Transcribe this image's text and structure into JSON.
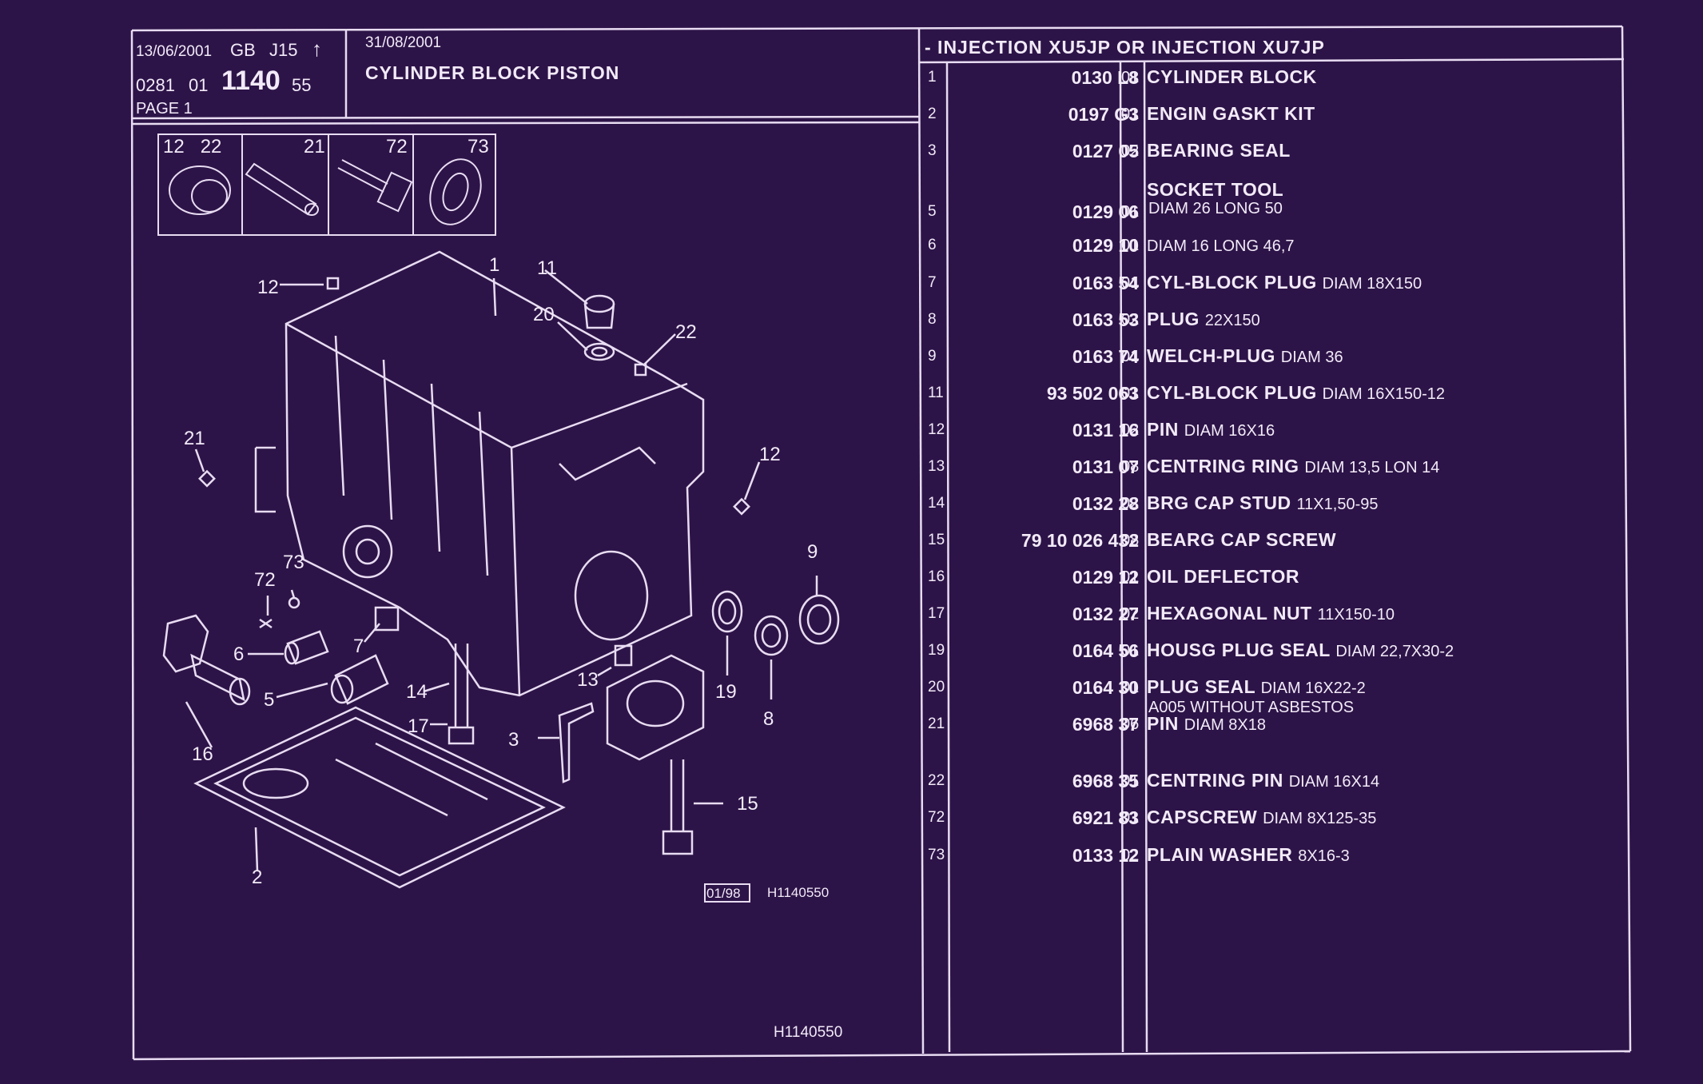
{
  "header": {
    "date_print": "13/06/2001",
    "lang": "GB",
    "code": "J15",
    "arrow": "↑",
    "ref_prefix": "0281",
    "ref_part": "01",
    "ref_main": "1140",
    "ref_suffix": "55",
    "page": "PAGE 1",
    "date_update": "31/08/2001",
    "title": "CYLINDER BLOCK PISTON"
  },
  "legend_boxes": [
    {
      "labels": "12   22"
    },
    {
      "labels": "21"
    },
    {
      "labels": "72"
    },
    {
      "labels": "73"
    }
  ],
  "drawing": {
    "callouts": [
      "1",
      "2",
      "3",
      "5",
      "6",
      "7",
      "8",
      "9",
      "11",
      "12",
      "12",
      "12",
      "13",
      "14",
      "15",
      "16",
      "17",
      "19",
      "20",
      "21",
      "22",
      "72",
      "73"
    ],
    "stamp_date": "01/98",
    "stamp_ref": "H1140550",
    "footer_ref": "H1140550"
  },
  "parts_list": {
    "heading": "- INJECTION XU5JP OR  INJECTION XU7JP",
    "rows": [
      {
        "num": "1",
        "ref": "0130 L8",
        "qty": "01",
        "name": "CYLINDER BLOCK",
        "desc": ""
      },
      {
        "num": "2",
        "ref": "0197 G3",
        "qty": "01",
        "name": "ENGIN GASKT KIT",
        "desc": ""
      },
      {
        "num": "3",
        "ref": "0127 05",
        "qty": "02",
        "name": "BEARING SEAL",
        "desc": ""
      },
      {
        "num": "5",
        "ref": "0129 06",
        "qty": "01",
        "name": "SOCKET TOOL",
        "desc": "",
        "sub": "DIAM 26 LONG 50"
      },
      {
        "num": "6",
        "ref": "0129 10",
        "qty": "01",
        "name": "",
        "desc": "DIAM 16 LONG 46,7"
      },
      {
        "num": "7",
        "ref": "0163 54",
        "qty": "01",
        "name": "CYL-BLOCK PLUG",
        "desc": "DIAM 18X150"
      },
      {
        "num": "8",
        "ref": "0163 53",
        "qty": "02",
        "name": "PLUG",
        "desc": "22X150"
      },
      {
        "num": "9",
        "ref": "0163 74",
        "qty": "01",
        "name": "WELCH-PLUG",
        "desc": "DIAM 36"
      },
      {
        "num": "11",
        "ref": "93 502 063",
        "qty": "01",
        "name": "CYL-BLOCK PLUG",
        "desc": "DIAM 16X150-12"
      },
      {
        "num": "12",
        "ref": "0131 16",
        "qty": "02",
        "name": "PIN",
        "desc": "DIAM 16X16"
      },
      {
        "num": "13",
        "ref": "0131 07",
        "qty": "08",
        "name": "CENTRING RING",
        "desc": "DIAM 13,5 LON 14"
      },
      {
        "num": "14",
        "ref": "0132 28",
        "qty": "02",
        "name": "BRG CAP STUD",
        "desc": "11X1,50-95"
      },
      {
        "num": "15",
        "ref": "79 10 026 432",
        "qty": "08",
        "name": "BEARG CAP SCREW",
        "desc": ""
      },
      {
        "num": "16",
        "ref": "0129 12",
        "qty": "01",
        "name": "OIL DEFLECTOR",
        "desc": ""
      },
      {
        "num": "17",
        "ref": "0132 27",
        "qty": "02",
        "name": "HEXAGONAL NUT",
        "desc": "11X150-10"
      },
      {
        "num": "19",
        "ref": "0164 56",
        "qty": "01",
        "name": "HOUSG PLUG SEAL",
        "desc": "DIAM 22,7X30-2"
      },
      {
        "num": "20",
        "ref": "0164 30",
        "qty": "01",
        "name": "PLUG SEAL",
        "desc": "DIAM 16X22-2",
        "sub": "A005 WITHOUT ASBESTOS"
      },
      {
        "num": "21",
        "ref": "6968 37",
        "qty": "06",
        "name": "PIN",
        "desc": "DIAM 8X18"
      },
      {
        "num": "22",
        "ref": "6968 35",
        "qty": "01",
        "name": "CENTRING PIN",
        "desc": "DIAM 16X14"
      },
      {
        "num": "72",
        "ref": "6921 83",
        "qty": "01",
        "name": "CAPSCREW",
        "desc": "DIAM 8X125-35"
      },
      {
        "num": "73",
        "ref": "0133 12",
        "qty": "02",
        "name": "PLAIN WASHER",
        "desc": "8X16-3"
      }
    ]
  },
  "colors": {
    "background": "#2d1448",
    "ink": "#f2eaf8"
  }
}
